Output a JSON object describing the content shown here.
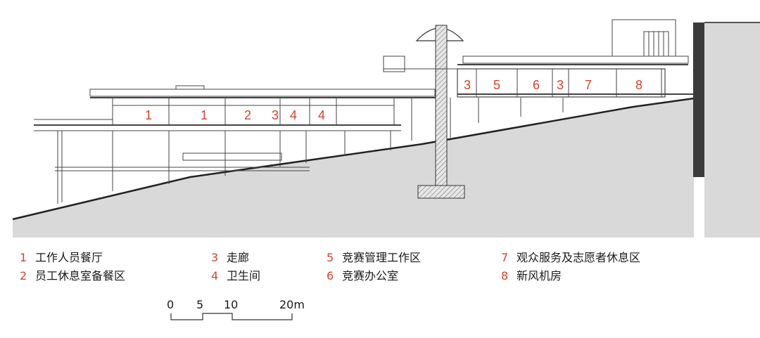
{
  "room_labels": [
    {
      "num": "1"
    },
    {
      "num": "1"
    },
    {
      "num": "2"
    },
    {
      "num": "3"
    },
    {
      "num": "4"
    },
    {
      "num": "4"
    },
    {
      "num": "3"
    },
    {
      "num": "5"
    },
    {
      "num": "6"
    },
    {
      "num": "3"
    },
    {
      "num": "7"
    },
    {
      "num": "8"
    }
  ],
  "legend": [
    {
      "num": "1",
      "text": "工作人员餐厅"
    },
    {
      "num": "2",
      "text": "员工休息室备餐区"
    },
    {
      "num": "3",
      "text": "走廊"
    },
    {
      "num": "4",
      "text": "卫生间"
    },
    {
      "num": "5",
      "text": "竞赛管理工作区"
    },
    {
      "num": "6",
      "text": "竞赛办公室"
    },
    {
      "num": "7",
      "text": "观众服务及志愿者休息区"
    },
    {
      "num": "8",
      "text": "新风机房"
    }
  ],
  "scale_bar": {
    "ticks": [
      "0",
      "5",
      "10",
      "20m"
    ]
  },
  "colors": {
    "label_red": "#d1442c",
    "ground": "#d9d9d9",
    "line": "#333333"
  }
}
